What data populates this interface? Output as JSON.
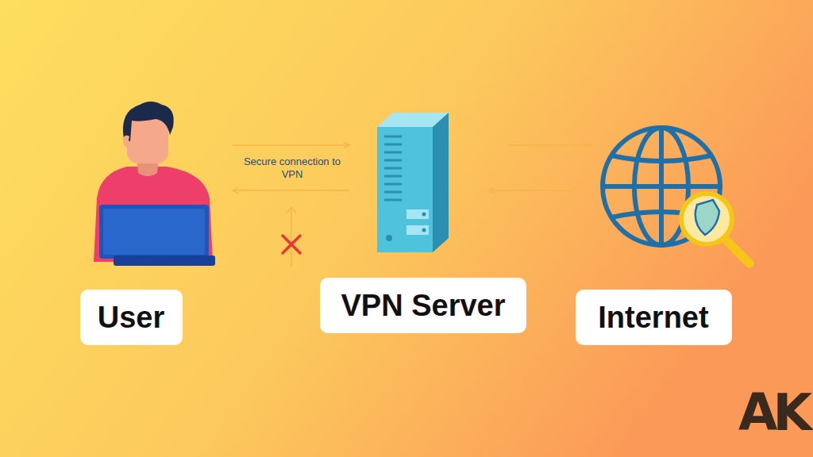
{
  "diagram": {
    "nodes": [
      {
        "text": [
          "User"
        ]
      },
      {
        "text": [
          "VPN Server"
        ]
      },
      {
        "text": [
          "Internet"
        ]
      }
    ],
    "edges": [
      {
        "from": 0,
        "to": 1,
        "arrow": "to",
        "label": "Secure connection to VPN"
      },
      {
        "from": 1,
        "to": 0,
        "arrow": "to"
      },
      {
        "from": 1,
        "to": 2,
        "arrow": "to"
      },
      {
        "from": 2,
        "to": 1,
        "arrow": "to"
      }
    ],
    "labels": [
      "AK"
    ]
  }
}
